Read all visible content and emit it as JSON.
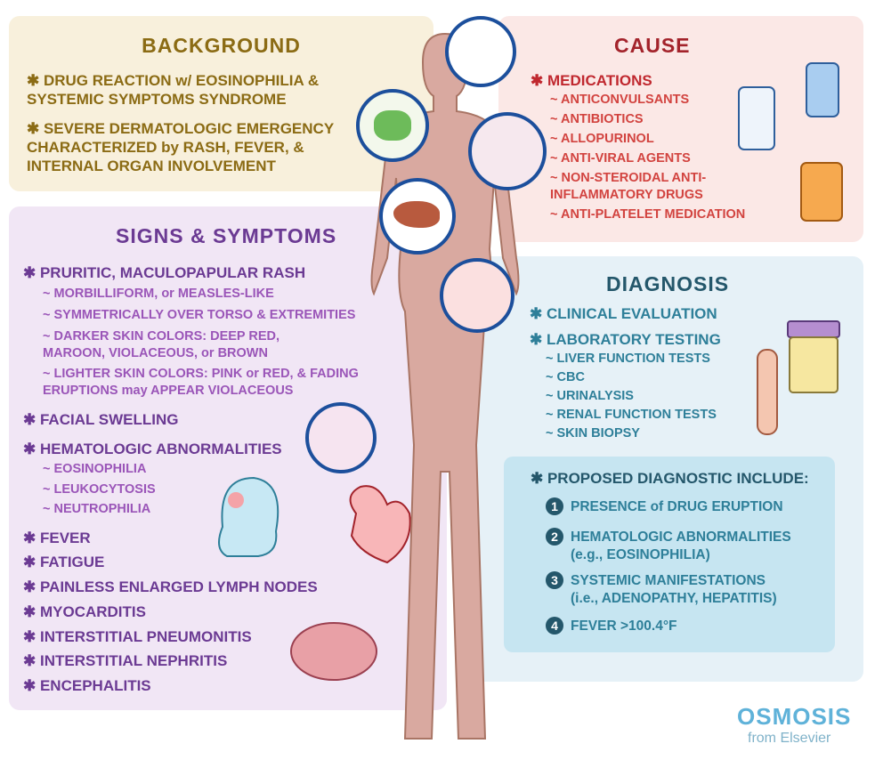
{
  "background": {
    "title": "BACKGROUND",
    "items": [
      "DRUG REACTION w/ EOSINOPHILIA & SYSTEMIC SYMPTOMS SYNDROME",
      "SEVERE DERMATOLOGIC EMERGENCY CHARACTERIZED by RASH, FEVER, & INTERNAL ORGAN INVOLVEMENT"
    ]
  },
  "signs": {
    "title": "SIGNS & SYMPTOMS",
    "rash": "PRURITIC, MACULOPAPULAR RASH",
    "rash_sub": [
      "MORBILLIFORM, or MEASLES-LIKE",
      "SYMMETRICALLY OVER TORSO & EXTREMITIES",
      "DARKER SKIN COLORS: DEEP RED, MAROON, VIOLACEOUS, or BROWN",
      "LIGHTER SKIN COLORS: PINK or RED, & FADING ERUPTIONS may APPEAR VIOLACEOUS"
    ],
    "facial": "FACIAL SWELLING",
    "hema": "HEMATOLOGIC ABNORMALITIES",
    "hema_sub": [
      "EOSINOPHILIA",
      "LEUKOCYTOSIS",
      "NEUTROPHILIA"
    ],
    "others": [
      "FEVER",
      "FATIGUE",
      "PAINLESS ENLARGED LYMPH NODES",
      "MYOCARDITIS",
      "INTERSTITIAL PNEUMONITIS",
      "INTERSTITIAL NEPHRITIS",
      "ENCEPHALITIS"
    ]
  },
  "cause": {
    "title": "CAUSE",
    "main": "MEDICATIONS",
    "items": [
      "ANTICONVULSANTS",
      "ANTIBIOTICS",
      "ALLOPURINOL",
      "ANTI-VIRAL AGENTS",
      "NON-STEROIDAL ANTI-INFLAMMATORY DRUGS",
      "ANTI-PLATELET MEDICATION"
    ]
  },
  "diagnosis": {
    "title": "DIAGNOSIS",
    "clinical": "CLINICAL EVALUATION",
    "lab": "LABORATORY TESTING",
    "lab_items": [
      "LIVER FUNCTION TESTS",
      "CBC",
      "URINALYSIS",
      "RENAL FUNCTION TESTS",
      "SKIN BIOPSY"
    ],
    "proposed": "PROPOSED DIAGNOSTIC INCLUDE:",
    "criteria": [
      {
        "n": "1",
        "text": "PRESENCE of DRUG ERUPTION"
      },
      {
        "n": "2",
        "text": "HEMATOLOGIC ABNORMALITIES",
        "sub": "(e.g., EOSINOPHILIA)"
      },
      {
        "n": "3",
        "text": "SYSTEMIC MANIFESTATIONS",
        "sub": "(i.e., ADENOPATHY, HEPATITIS)"
      },
      {
        "n": "4",
        "text": "FEVER >100.4°F"
      }
    ]
  },
  "logo": {
    "brand": "OSMOSIS",
    "sub": "from Elsevier"
  },
  "colors": {
    "background": "#8b6b14",
    "signs": "#6b3a93",
    "cause": "#d2433f",
    "diagnosis": "#2e7f99"
  }
}
